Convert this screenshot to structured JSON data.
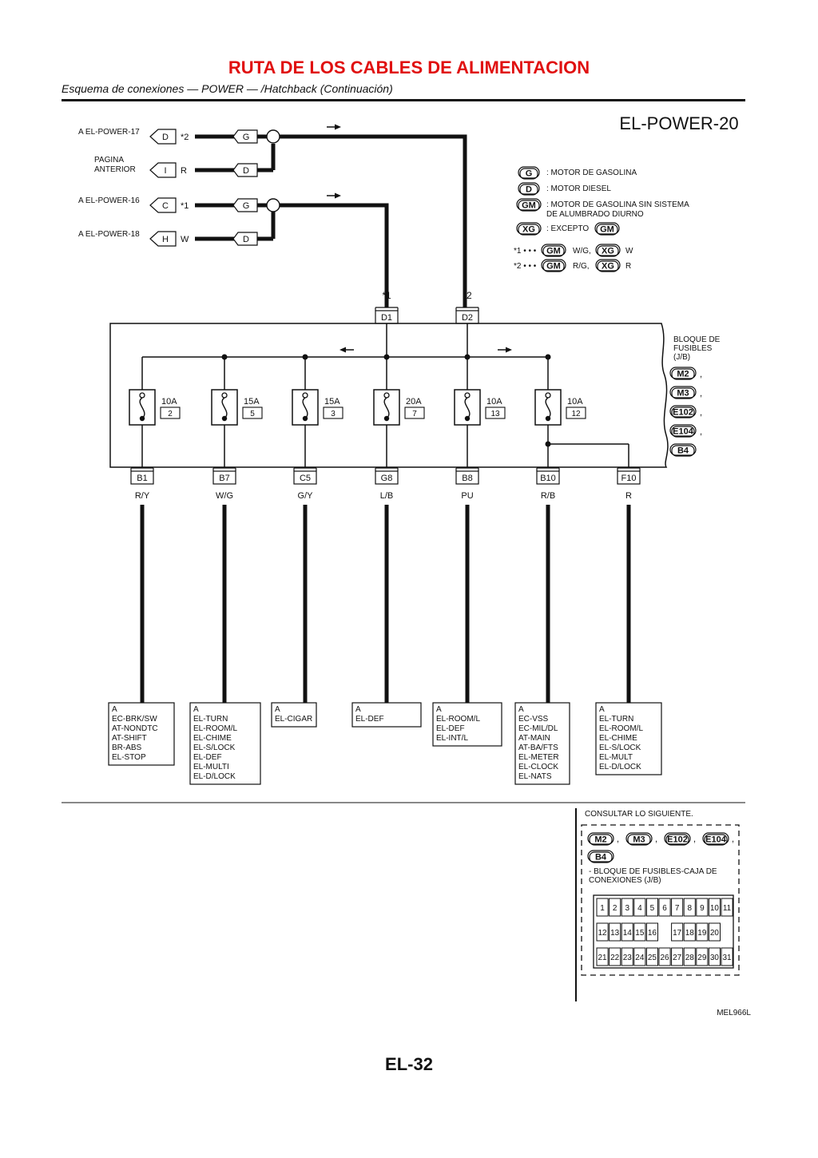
{
  "header": {
    "title": "RUTA DE LOS CABLES DE ALIMENTACION",
    "subtitle": "Esquema de conexiones — POWER — /Hatchback (Continuación)"
  },
  "diagram": {
    "code": "EL-POWER-20",
    "ref_code": "MEL966L",
    "inputs": [
      {
        "label_lines": [
          "A EL-POWER-17"
        ],
        "terminal": "D",
        "mark": "*2",
        "badge": "G"
      },
      {
        "label_lines": [
          "PAGINA",
          "ANTERIOR"
        ],
        "terminal": "I",
        "mark": "R",
        "badge": "D"
      },
      {
        "label_lines": [
          "A EL-POWER-16"
        ],
        "terminal": "C",
        "mark": "*1",
        "badge": "G"
      },
      {
        "label_lines": [
          "A EL-POWER-18"
        ],
        "terminal": "H",
        "mark": "W",
        "badge": "D"
      }
    ],
    "legend": [
      {
        "badge": "G",
        "text_lines": [
          ": MOTOR DE GASOLINA"
        ]
      },
      {
        "badge": "D",
        "text_lines": [
          ": MOTOR DIESEL"
        ]
      },
      {
        "badge": "GM",
        "text_lines": [
          ": MOTOR DE GASOLINA SIN SISTEMA",
          "DE ALUMBRADO DIURNO"
        ]
      },
      {
        "badge": "XG",
        "text_lines": [
          ": EXCEPTO"
        ],
        "suffix_badge": "GM"
      }
    ],
    "notes": [
      {
        "mark": "*1 • • •",
        "badge1": "GM",
        "color1": "W/G,",
        "badge2": "XG",
        "color2": "W"
      },
      {
        "mark": "*2 • • •",
        "badge1": "GM",
        "color1": "R/G,",
        "badge2": "XG",
        "color2": "R"
      }
    ],
    "drops": [
      {
        "mark": "*1",
        "connector": "D1"
      },
      {
        "mark": "*2",
        "connector": "D2"
      }
    ],
    "fuse_block": {
      "label_lines": [
        "BLOQUE DE",
        "FUSIBLES",
        "(J/B)"
      ],
      "connectors": [
        "M2",
        "M3",
        "E102",
        "E104",
        "B4"
      ],
      "separator": ","
    },
    "fuses": [
      {
        "amp": "10A",
        "num": "2"
      },
      {
        "amp": "15A",
        "num": "5"
      },
      {
        "amp": "15A",
        "num": "3"
      },
      {
        "amp": "20A",
        "num": "7"
      },
      {
        "amp": "10A",
        "num": "13"
      },
      {
        "amp": "10A",
        "num": "12"
      }
    ],
    "outputs": [
      {
        "connector": "B1",
        "color": "R/Y",
        "refs": [
          "A",
          "EC-BRK/SW",
          "AT-NONDTC",
          "AT-SHIFT",
          "BR-ABS",
          "EL-STOP"
        ]
      },
      {
        "connector": "B7",
        "color": "W/G",
        "refs": [
          "A",
          "EL-TURN",
          "EL-ROOM/L",
          "EL-CHIME",
          "EL-S/LOCK",
          "EL-DEF",
          "EL-MULTI",
          "EL-D/LOCK"
        ]
      },
      {
        "connector": "C5",
        "color": "G/Y",
        "refs": [
          "A",
          "EL-CIGAR"
        ]
      },
      {
        "connector": "G8",
        "color": "L/B",
        "refs": [
          "A",
          "EL-DEF"
        ]
      },
      {
        "connector": "B8",
        "color": "PU",
        "refs": [
          "A",
          "EL-ROOM/L",
          "EL-DEF",
          "EL-INT/L"
        ]
      },
      {
        "connector": "B10",
        "color": "R/B",
        "refs": [
          "A",
          "EC-VSS",
          "EC-MIL/DL",
          "AT-MAIN",
          "AT-BA/FTS",
          "EL-METER",
          "EL-CLOCK",
          "EL-NATS"
        ]
      },
      {
        "connector": "F10",
        "color": "R",
        "refs": [
          "A",
          "EL-TURN",
          "EL-ROOM/L",
          "EL-CHIME",
          "EL-S/LOCK",
          "EL-MULT",
          "EL-D/LOCK"
        ]
      }
    ],
    "reference_box": {
      "title": "CONSULTAR LO SIGUIENTE.",
      "connectors": [
        "M2",
        "M3",
        "E102",
        "E104",
        "B4"
      ],
      "separator": ",",
      "desc_lines": [
        "- BLOQUE DE FUSIBLES-CAJA DE",
        "CONEXIONES (J/B)"
      ],
      "grid": [
        [
          "1",
          "2",
          "3",
          "4",
          "5",
          "6",
          "7",
          "8",
          "9",
          "10",
          "11"
        ],
        [
          "12",
          "13",
          "14",
          "15",
          "16",
          "",
          "17",
          "18",
          "19",
          "20"
        ],
        [
          "21",
          "22",
          "23",
          "24",
          "25",
          "26",
          "27",
          "28",
          "29",
          "30",
          "31"
        ]
      ]
    }
  },
  "footer": {
    "page_number": "EL-32"
  }
}
